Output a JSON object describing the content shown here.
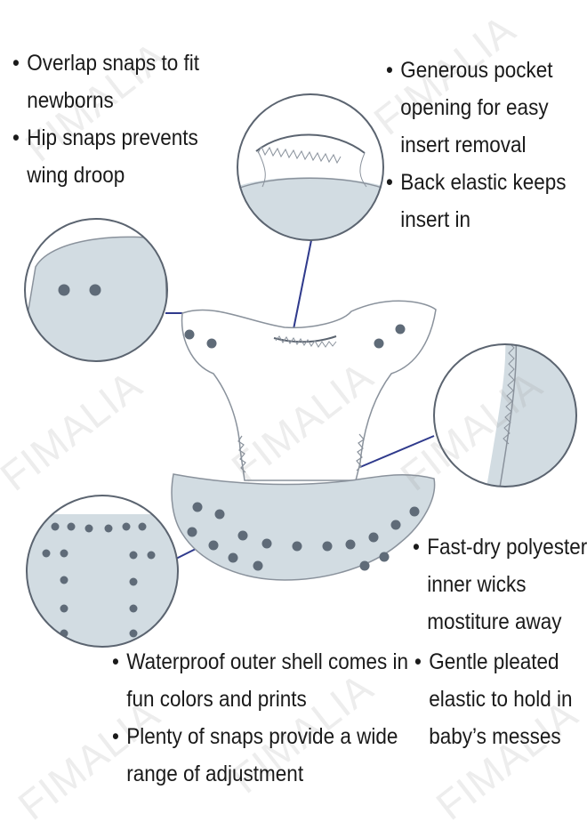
{
  "watermark": "FIMALIA",
  "callouts": {
    "top_left": [
      "Overlap snaps to fit newborns",
      "Hip snaps prevents wing droop"
    ],
    "top_right": [
      "Generous pocket opening for easy insert removal",
      "Back elastic keeps insert in"
    ],
    "mid_right": [
      "Fast-dry polyester inner wicks mostiture away"
    ],
    "bottom_right": [
      "Gentle pleated elastic to hold in baby’s messes"
    ],
    "bottom_left": [
      "Waterproof outer shell comes in fun colors and prints",
      "Plenty of snaps provide a wide range of adjustment"
    ]
  },
  "colors": {
    "shell_fill": "#d2dce2",
    "outline": "#5b6470",
    "snap": "#5f6b78",
    "leader_line": "#2f3a8c",
    "text": "#1a1a1a"
  },
  "icons": [
    "snap-dot-icon",
    "magnifier-circle-icon"
  ]
}
